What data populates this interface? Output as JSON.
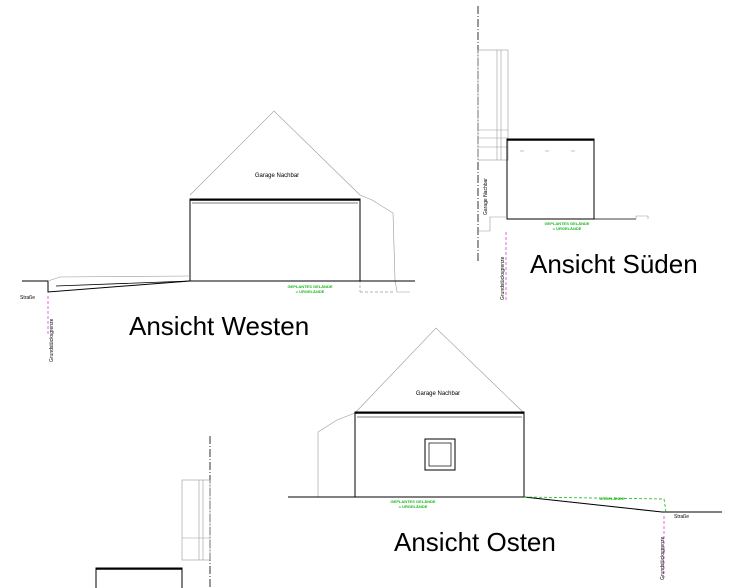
{
  "views": {
    "west": {
      "title": "Ansicht Westen",
      "garage_label": "Garage Nachbar",
      "terrain_label_1": "GEPLANTES GELÄNDE",
      "terrain_label_2": "= URGELÄNDE",
      "street_label": "Straße",
      "boundary_label": "Grundstücksgrenze"
    },
    "sued": {
      "title": "Ansicht Süden",
      "garage_label": "Garage Nachbar",
      "terrain_label_1": "GEPLANTES GELÄNDE",
      "terrain_label_2": "= URGELÄNDE",
      "boundary_label": "Grundstücksgrenze"
    },
    "osten": {
      "title": "Ansicht Osten",
      "garage_label": "Garage Nachbar",
      "terrain_label_1": "GEPLANTES GELÄNDE",
      "terrain_label_2": "= URGELÄNDE",
      "urgelaende_label": "URGELÄNDE",
      "street_label": "Straße",
      "boundary_label": "Grundstücksgrenze"
    }
  },
  "colors": {
    "line": "#000000",
    "terrain": "#18b818",
    "boundary": "#e040e0",
    "hidden": "#9a9a9a"
  }
}
